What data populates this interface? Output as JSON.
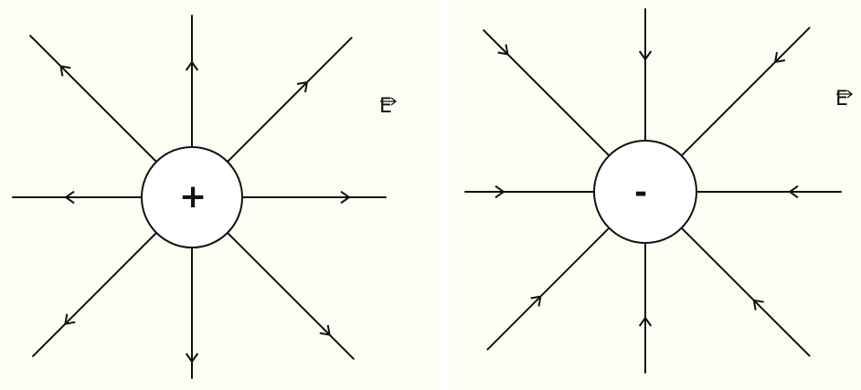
{
  "left_panel": {
    "charge_sign": "+",
    "field_label": "E",
    "field_direction": "outward"
  },
  "right_panel": {
    "charge_sign": "-",
    "field_label": "E",
    "field_direction": "inward"
  },
  "colors": {
    "background": "#fdfdf4",
    "separator": "#ffffff",
    "line": "#111111",
    "charge_fill": "#ffffff"
  }
}
